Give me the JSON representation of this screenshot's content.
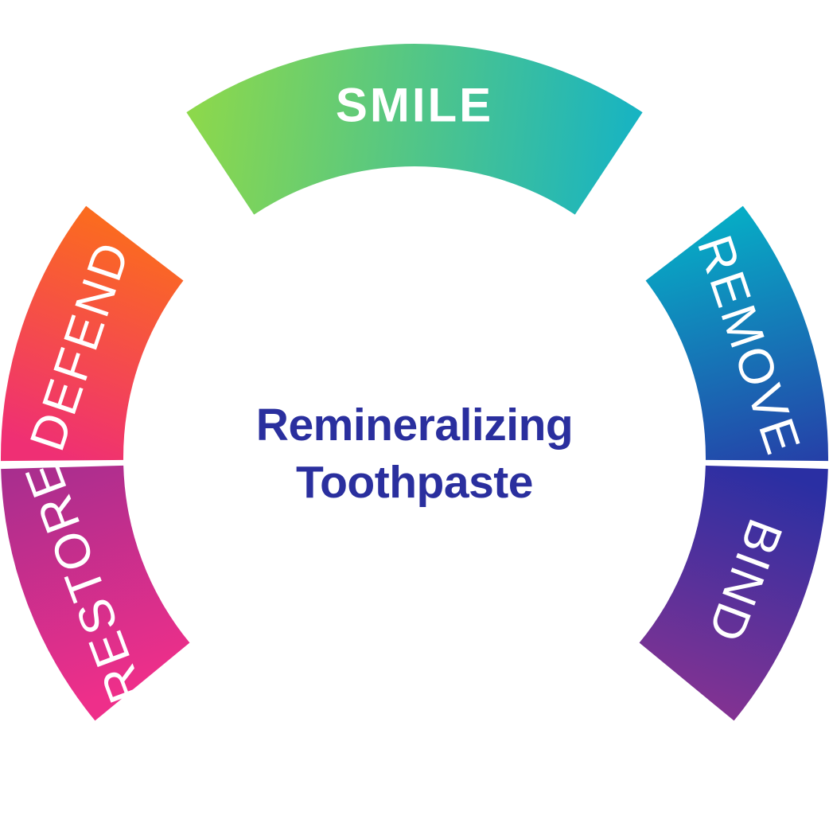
{
  "center": {
    "line1": "Remineralizing",
    "line2": "Toothpaste",
    "color": "#2a2f9e"
  },
  "segments": [
    {
      "label": "RESTORE",
      "colors": [
        "#ee2f8a",
        "#9b2e8f"
      ]
    },
    {
      "label": "DEFEND",
      "colors": [
        "#ef2f74",
        "#fb6b1f"
      ]
    },
    {
      "label": "SMILE",
      "colors": [
        "#8fd949",
        "#16b3c4"
      ]
    },
    {
      "label": "REMOVE",
      "colors": [
        "#06aec6",
        "#2a2fa3"
      ]
    },
    {
      "label": "BIND",
      "colors": [
        "#2a2fa3",
        "#92338f"
      ]
    }
  ],
  "text_color": "#ffffff"
}
